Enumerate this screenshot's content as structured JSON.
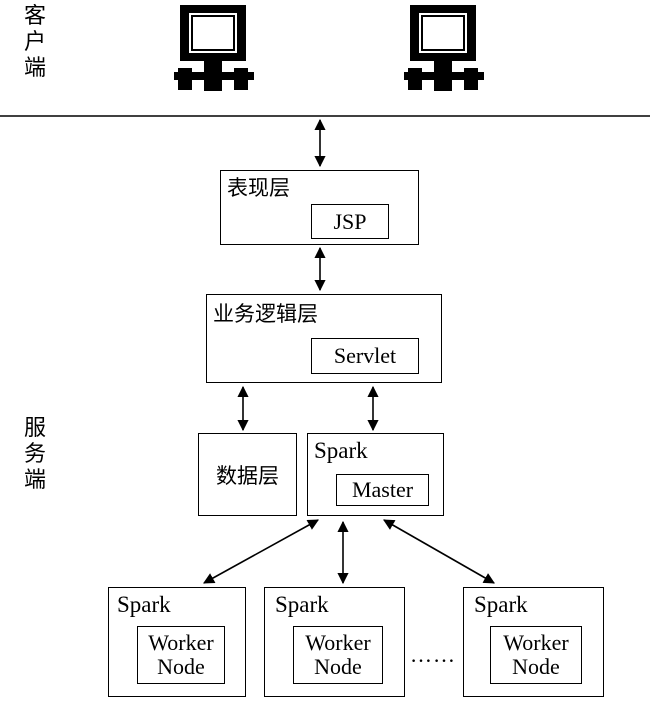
{
  "client_label": "客户端",
  "server_label": "服务端",
  "presentation_layer": {
    "title": "表现层",
    "component": "JSP"
  },
  "business_layer": {
    "title": "业务逻辑层",
    "component": "Servlet"
  },
  "data_layer": {
    "title": "数据层"
  },
  "spark_master": {
    "title": "Spark",
    "component": "Master"
  },
  "workers": [
    {
      "title": "Spark",
      "line1": "Worker",
      "line2": "Node"
    },
    {
      "title": "Spark",
      "line1": "Worker",
      "line2": "Node"
    },
    {
      "title": "Spark",
      "line1": "Worker",
      "line2": "Node"
    }
  ],
  "ellipsis": "……",
  "icons": [
    "computer-icon",
    "computer-icon"
  ]
}
